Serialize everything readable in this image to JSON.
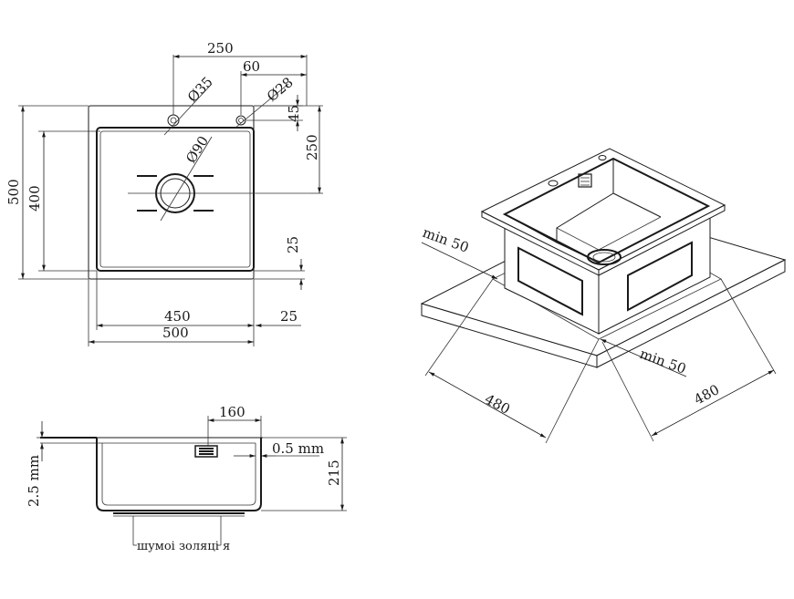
{
  "top_view": {
    "dim_250_top": "250",
    "dim_60": "60",
    "dim_d35": "Ø35",
    "dim_d28": "Ø28",
    "dim_45": "45",
    "dim_250_side": "250",
    "dim_d90": "Ø90",
    "dim_500_left": "500",
    "dim_400_left": "400",
    "dim_25_right": "25",
    "dim_450": "450",
    "dim_25_bottom": "25",
    "dim_500_bottom": "500"
  },
  "iso_view": {
    "min50_left": "min 50",
    "min50_right": "min 50",
    "dim_480_left": "480",
    "dim_480_right": "480"
  },
  "section_view": {
    "dim_160": "160",
    "dim_05mm": "0.5 mm",
    "dim_25mm": "2.5 mm",
    "dim_215": "215",
    "insulation_label": "шумоі золяці я"
  }
}
